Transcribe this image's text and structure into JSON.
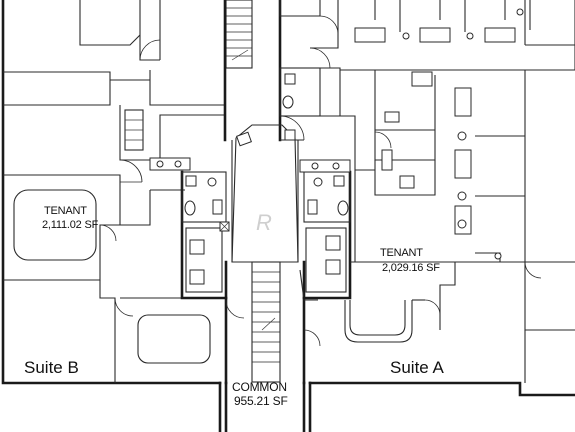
{
  "tenant_left": {
    "name": "TENANT",
    "area": "2,111.02 SF"
  },
  "tenant_right": {
    "name": "TENANT",
    "area": "2,029.16 SF"
  },
  "common": {
    "name": "COMMON",
    "area": "955.21 SF"
  },
  "suite_b": "Suite B",
  "suite_a": "Suite A",
  "watermark": "R"
}
